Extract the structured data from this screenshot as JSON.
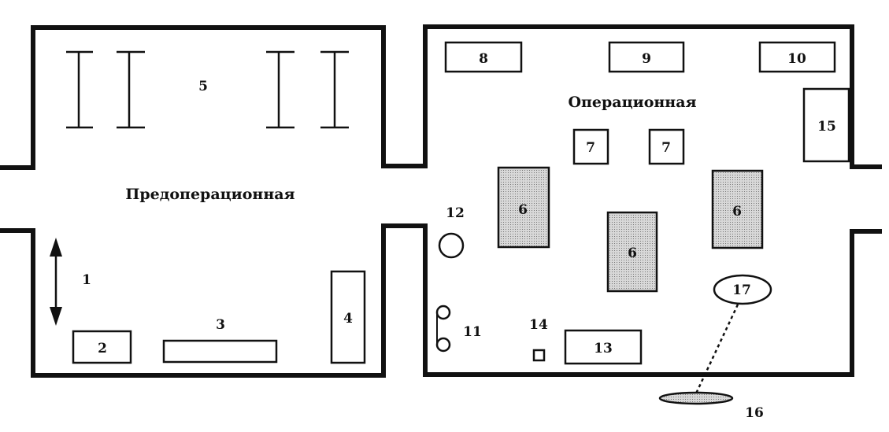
{
  "rooms": {
    "preop": "Предоперационная",
    "operating": "Операционная"
  },
  "labels": {
    "l1": "1",
    "l2": "2",
    "l3": "3",
    "l4": "4",
    "l5": "5",
    "l6a": "6",
    "l6b": "6",
    "l6c": "6",
    "l7a": "7",
    "l7b": "7",
    "l8": "8",
    "l9": "9",
    "l10": "10",
    "l11": "11",
    "l12": "12",
    "l13": "13",
    "l14": "14",
    "l15": "15",
    "l16": "16",
    "l17": "17"
  }
}
